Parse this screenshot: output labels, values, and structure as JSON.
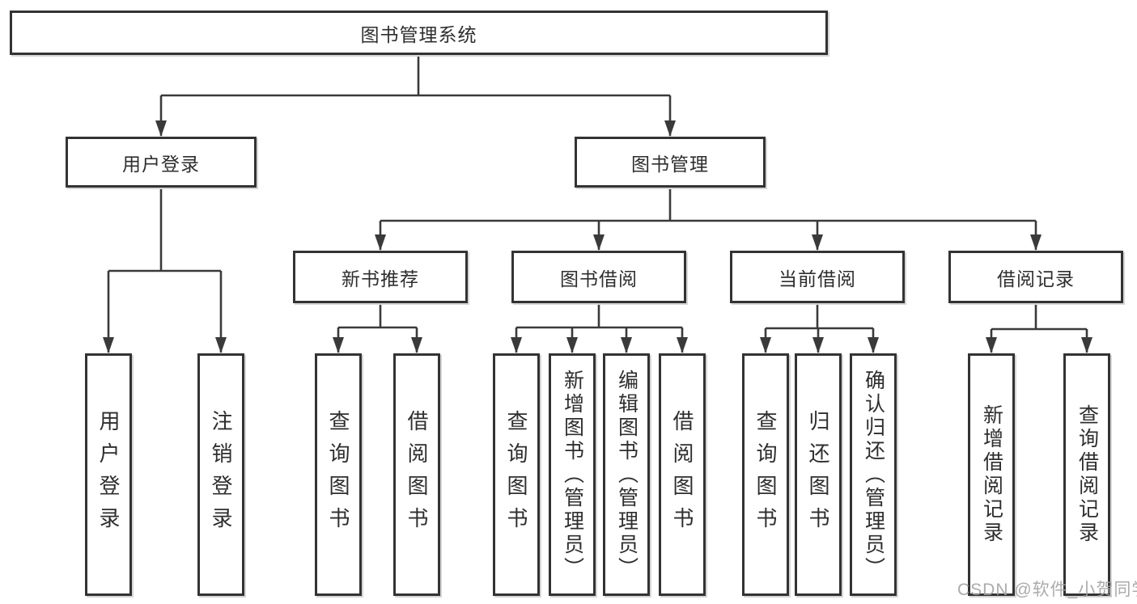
{
  "tree": {
    "label": "图书管理系统",
    "children": [
      {
        "label": "用户登录",
        "children": [
          {
            "label": "用户登录"
          },
          {
            "label": "注销登录"
          }
        ]
      },
      {
        "label": "图书管理",
        "children": [
          {
            "label": "新书推荐",
            "children": [
              {
                "label": "查询图书"
              },
              {
                "label": "借阅图书"
              }
            ]
          },
          {
            "label": "图书借阅",
            "children": [
              {
                "label": "查询图书"
              },
              {
                "label": "新增图书（管理员）"
              },
              {
                "label": "编辑图书（管理员）"
              },
              {
                "label": "借阅图书"
              }
            ]
          },
          {
            "label": "当前借阅",
            "children": [
              {
                "label": "查询图书"
              },
              {
                "label": "归还图书"
              },
              {
                "label": "确认归还（管理员）"
              }
            ]
          },
          {
            "label": "借阅记录",
            "children": [
              {
                "label": "新增借阅记录"
              },
              {
                "label": "查询借阅记录"
              }
            ]
          }
        ]
      }
    ]
  },
  "watermark": "CSDN @软件_小贺同学",
  "colors": {
    "line": "#3a3a3a",
    "border": "#333333",
    "text": "#2e2e2e",
    "watermark": "#a2a2a2"
  }
}
